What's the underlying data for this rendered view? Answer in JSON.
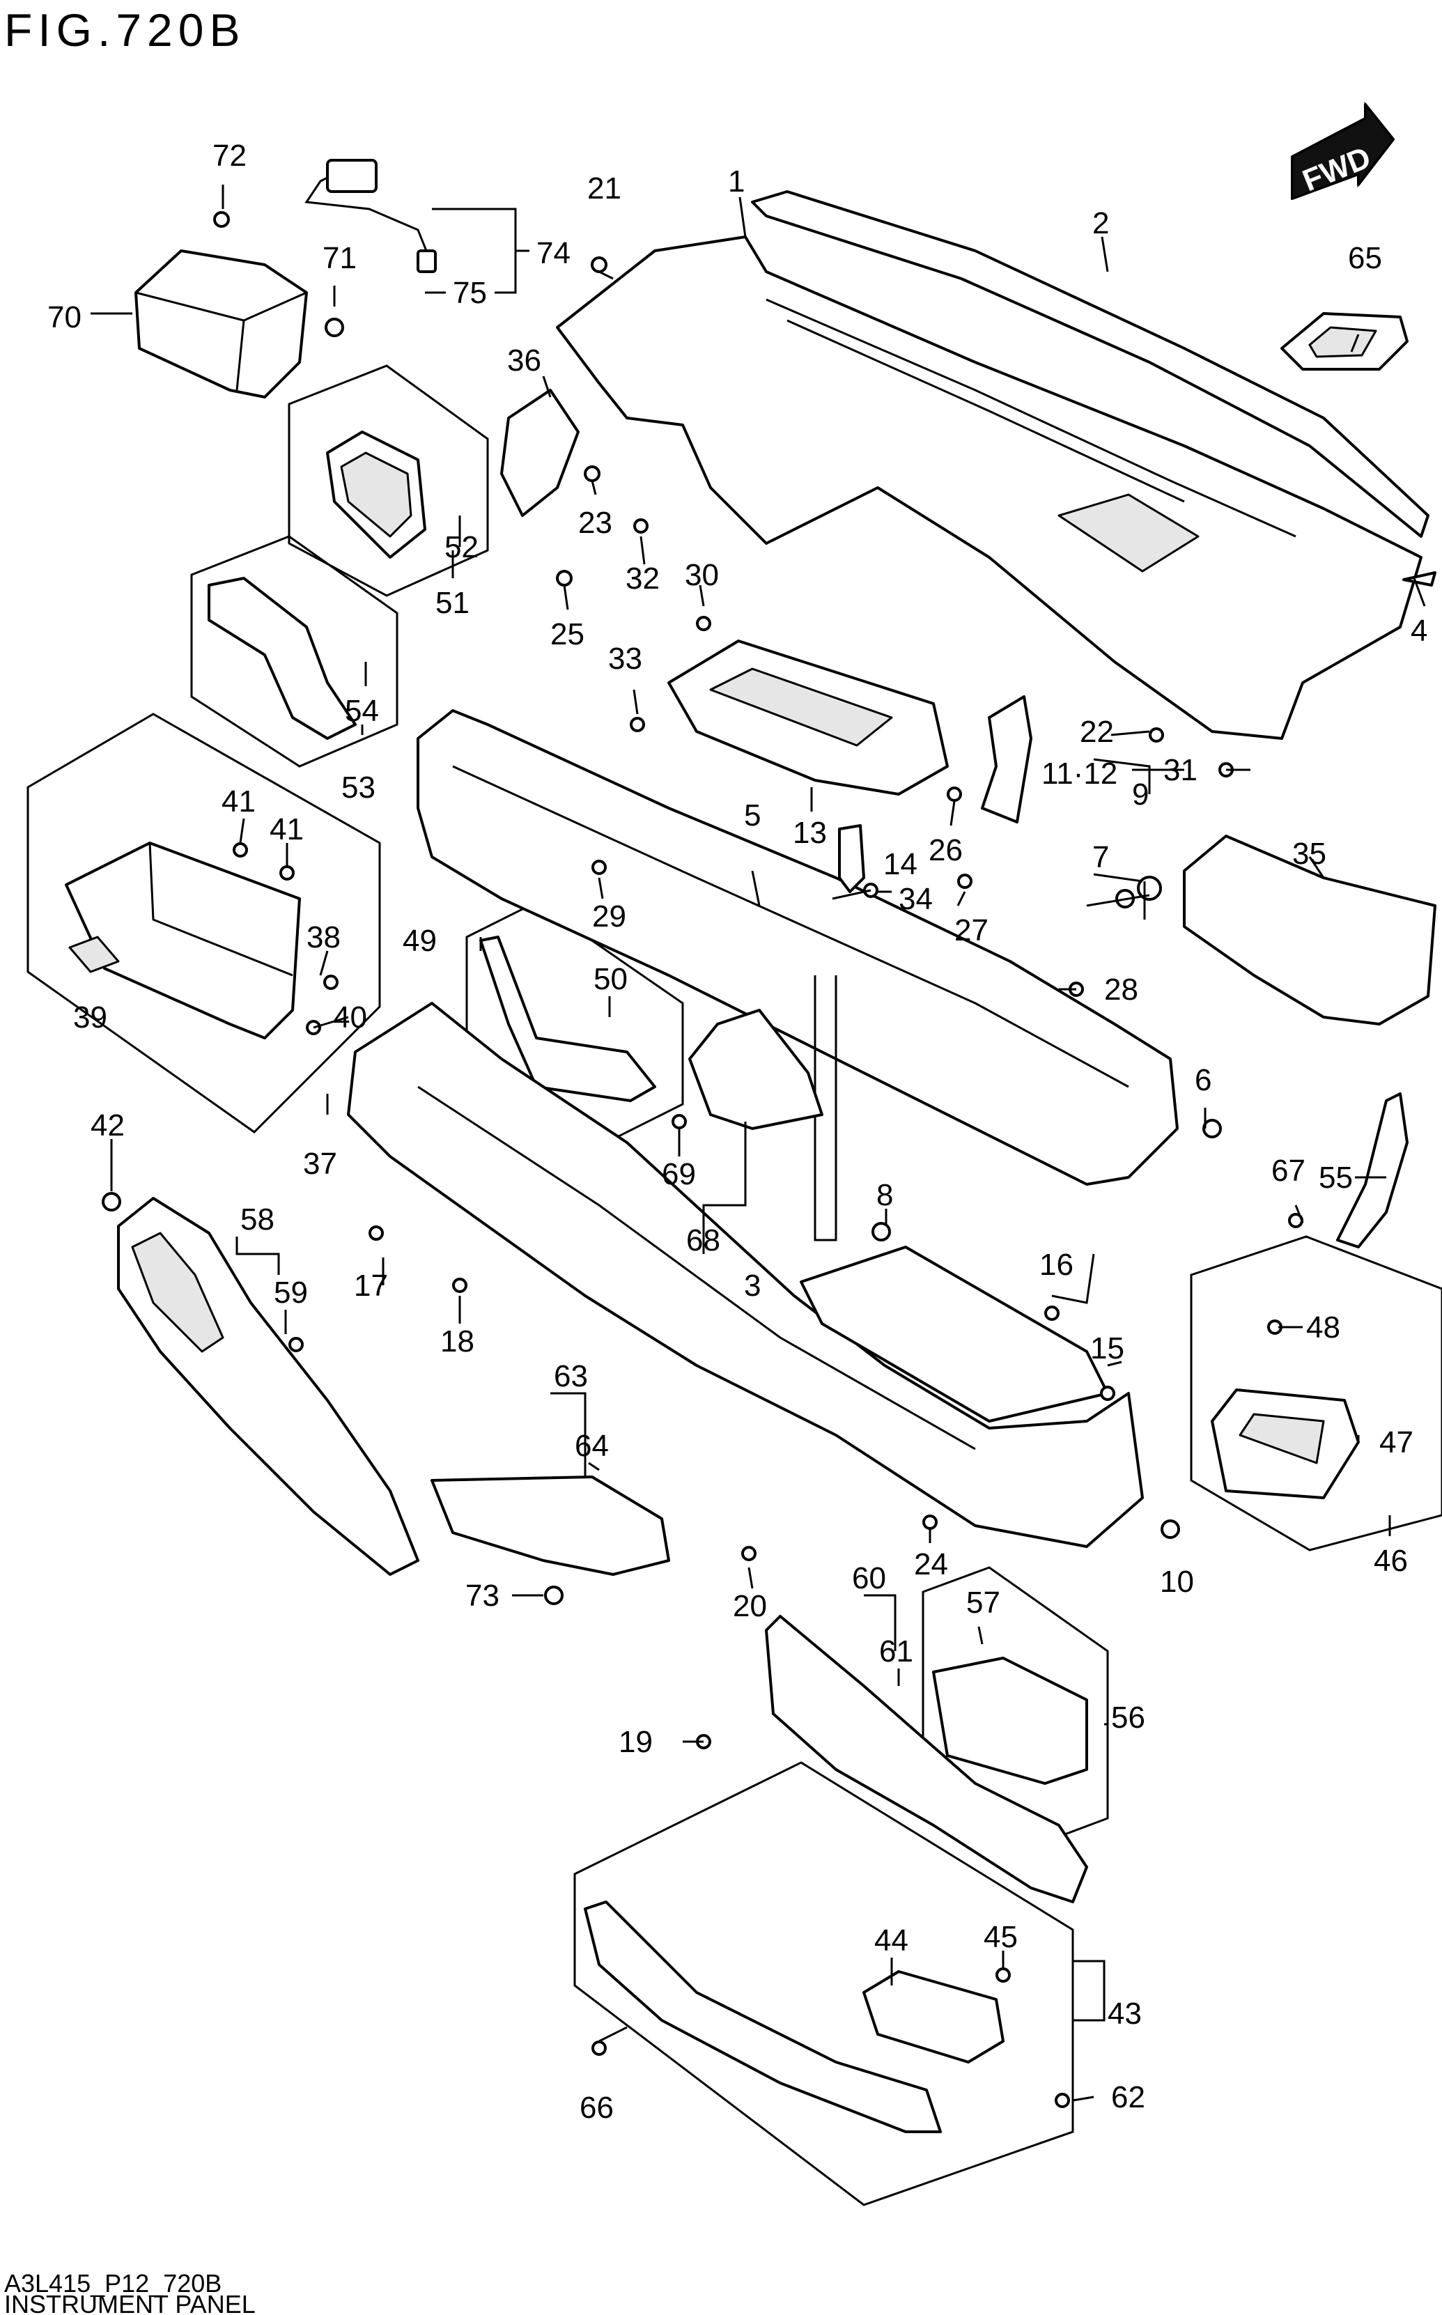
{
  "figure": {
    "title": "FIG.720B",
    "footer_code": "A3L415_P12_720B",
    "footer_name": "INSTRUMENT PANEL",
    "direction_badge": "FWD"
  },
  "callouts": [
    "1",
    "2",
    "3",
    "4",
    "5",
    "6",
    "7",
    "8",
    "9",
    "10",
    "11·12",
    "13",
    "14",
    "15",
    "16",
    "17",
    "18",
    "19",
    "20",
    "21",
    "22",
    "23",
    "24",
    "25",
    "26",
    "27",
    "28",
    "29",
    "30",
    "31",
    "32",
    "33",
    "34",
    "35",
    "36",
    "37",
    "38",
    "39",
    "40",
    "41",
    "41",
    "42",
    "43",
    "44",
    "45",
    "46",
    "47",
    "48",
    "49",
    "50",
    "51",
    "52",
    "53",
    "54",
    "55",
    "56",
    "57",
    "58",
    "59",
    "60",
    "61",
    "62",
    "63",
    "64",
    "65",
    "66",
    "67",
    "68",
    "69",
    "70",
    "71",
    "72",
    "73",
    "74",
    "75"
  ]
}
